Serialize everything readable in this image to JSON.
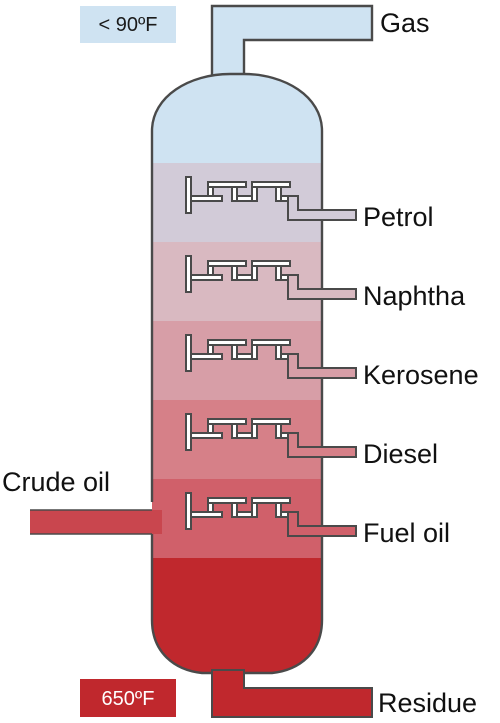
{
  "temperatures": {
    "top": {
      "label": "< 90ºF",
      "color": "#cfe3f2",
      "text_color": "#1a1a1a"
    },
    "bottom": {
      "label": "650ºF",
      "color": "#c0282d",
      "text_color": "#ffffff"
    }
  },
  "streams": {
    "gas": "Gas",
    "crude_oil": "Crude oil",
    "residue": "Residue"
  },
  "fractions": [
    {
      "name": "Petrol",
      "color": "#d2cbd8"
    },
    {
      "name": "Naphtha",
      "color": "#d9b9c1"
    },
    {
      "name": "Kerosene",
      "color": "#d79ea7"
    },
    {
      "name": "Diesel",
      "color": "#d68088"
    },
    {
      "name": "Fuel oil",
      "color": "#d0606a"
    }
  ],
  "colors": {
    "gas_zone": "#cfe3f2",
    "residue_zone": "#c0282d",
    "crude_oil_pipe": "#c9464e",
    "outline": "#4a4a4a"
  }
}
